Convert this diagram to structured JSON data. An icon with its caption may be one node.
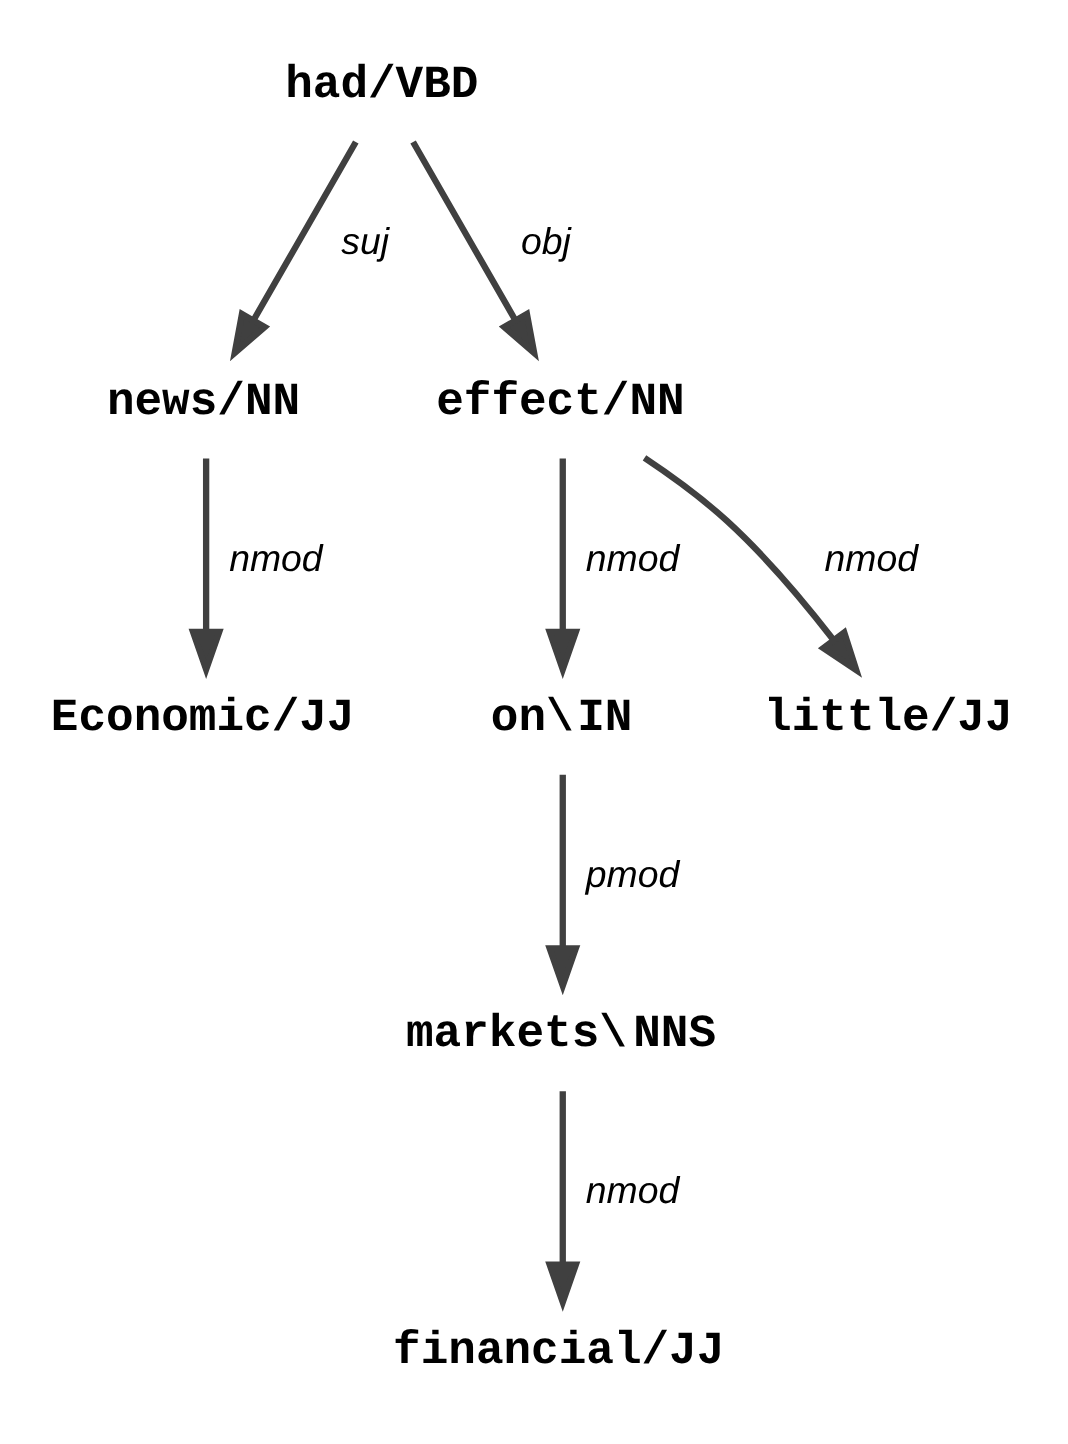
{
  "diagram": {
    "nodes": [
      {
        "text": [
          "had/VBD"
        ]
      },
      {
        "text": [
          "news/NN"
        ]
      },
      {
        "text": [
          "effect/NN"
        ]
      },
      {
        "text": [
          "on\\IN"
        ]
      },
      {
        "text": [
          "little/JJ"
        ]
      },
      {
        "text": [
          "Economic/JJ"
        ]
      },
      {
        "text": [
          "markets\\NNS"
        ]
      },
      {
        "text": [
          "financial/JJ"
        ]
      }
    ],
    "edges": [
      {
        "from": 0,
        "to": 1,
        "arrow": "to",
        "label": "suj"
      },
      {
        "from": 0,
        "to": 2,
        "arrow": "to",
        "label": "obj"
      },
      {
        "from": 1,
        "to": 5,
        "arrow": "to",
        "label": "nmod"
      },
      {
        "from": 2,
        "to": 4,
        "arrow": "to",
        "label": "nmod"
      },
      {
        "from": 2,
        "to": 3,
        "arrow": "to",
        "label": "nmod"
      },
      {
        "from": 3,
        "to": 6,
        "arrow": "to",
        "label": "pmod"
      },
      {
        "from": 6,
        "to": 7,
        "arrow": "to",
        "label": "nmod"
      }
    ]
  }
}
